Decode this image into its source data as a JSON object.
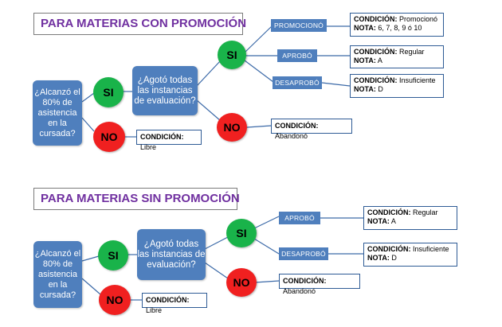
{
  "diagram1": {
    "title": "PARA MATERIAS CON PROMOCIÓN",
    "q1": "¿Alcanzó el 80% de asistencia en la cursada?",
    "si1": "SI",
    "no1": "NO",
    "libre_key": "CONDICIÓN:",
    "libre_val": "Libre",
    "q2": "¿Agotó todas las instancias de evaluación?",
    "si2": "SI",
    "no2": "NO",
    "abandono_key": "CONDICIÓN:",
    "abandono_val": "Abandonó",
    "branches": [
      {
        "label": "PROMOCIONÓ",
        "cond_key": "CONDICIÓN:",
        "cond_val": "Promocionó",
        "nota_key": "NOTA:",
        "nota_val": "6, 7, 8, 9 ó 10"
      },
      {
        "label": "APROBÓ",
        "cond_key": "CONDICIÓN:",
        "cond_val": "Regular",
        "nota_key": "NOTA:",
        "nota_val": "A"
      },
      {
        "label": "DESAPROBÓ",
        "cond_key": "CONDICIÓN:",
        "cond_val": "Insuficiente",
        "nota_key": "NOTA:",
        "nota_val": "D"
      }
    ]
  },
  "diagram2": {
    "title": "PARA MATERIAS SIN PROMOCIÓN",
    "q1": "¿Alcanzó el 80% de asistencia en la cursada?",
    "si1": "SI",
    "no1": "NO",
    "libre_key": "CONDICIÓN:",
    "libre_val": "Libre",
    "q2": "¿Agotó todas las instancias de evaluación?",
    "si2": "SI",
    "no2": "NO",
    "abandono_key": "CONDICIÓN:",
    "abandono_val": "Abandonó",
    "branches": [
      {
        "label": "APROBÓ",
        "cond_key": "CONDICIÓN:",
        "cond_val": "Regular",
        "nota_key": "NOTA:",
        "nota_val": "A"
      },
      {
        "label": "DESAPROBÓ",
        "cond_key": "CONDICIÓN:",
        "cond_val": "Insuficiente",
        "nota_key": "NOTA:",
        "nota_val": "D"
      }
    ]
  }
}
